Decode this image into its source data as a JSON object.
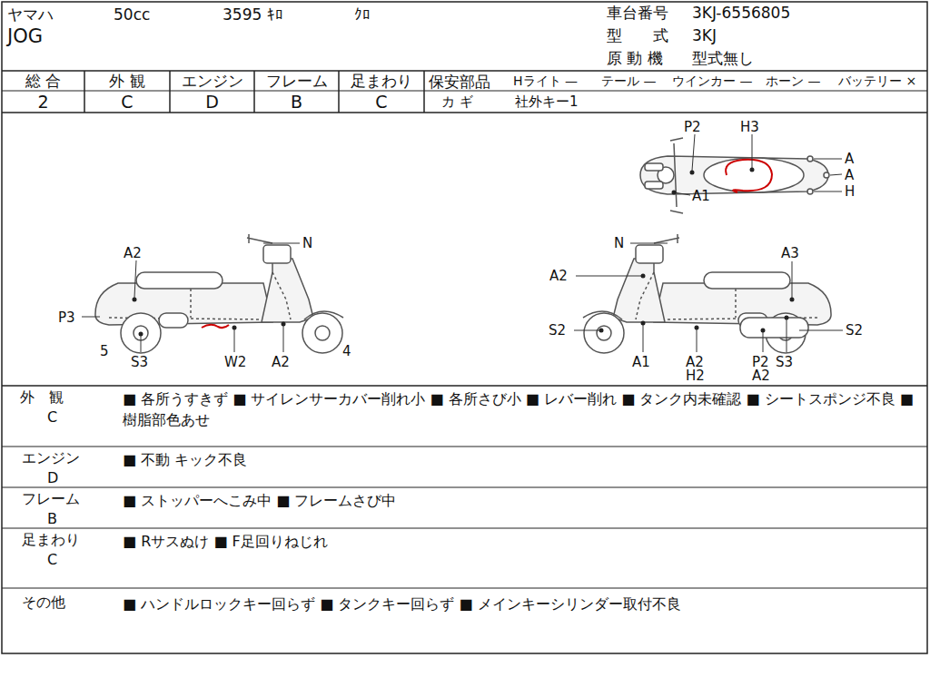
{
  "diagram": {
    "labels": [
      "ヤマハ",
      "50cc",
      "3595 ｷﾛ",
      "ｸﾛ",
      "車台番号",
      "3KJ-6556805",
      "JOG",
      "型　　式",
      "3KJ",
      "原 動 機",
      "型式無し",
      "総 合",
      "外 観",
      "エンジン",
      "フレーム",
      "足まわり",
      "2",
      "C",
      "D",
      "B",
      "C",
      "保安部品",
      "Hライト —",
      "テール —",
      "ウインカー —",
      "ホーン —",
      "バッテリー ×",
      "カ ギ",
      "社外キー1",
      "P2",
      "H3",
      "A",
      "A",
      "H",
      "A1",
      "A2",
      "N",
      "P3",
      "5",
      "S3",
      "W2",
      "A2",
      "4",
      "N",
      "A2",
      "A3",
      "S2",
      "S2",
      "A1",
      "A2",
      "H2",
      "P2",
      "S3",
      "A2",
      "外　観",
      "C",
      "■ 各所うすきず ■ サイレンサーカバー削れ小 ■ 各所さび小 ■ レバー削れ ■ タンク内未確認 ■ シートスポンジ不良 ■ 樹脂部色あせ",
      "エンジン",
      "D",
      "■ 不動 キック不良",
      "フレーム",
      "B",
      "■ ストッパーへこみ中 ■ フレームさび中",
      "足まわり",
      "C",
      "■ Rサスぬけ ■ F足回りねじれ",
      "その他",
      "■ ハンドルロックキー回らず ■ タンクキー回らず ■ メインキーシリンダー取付不良"
    ]
  }
}
